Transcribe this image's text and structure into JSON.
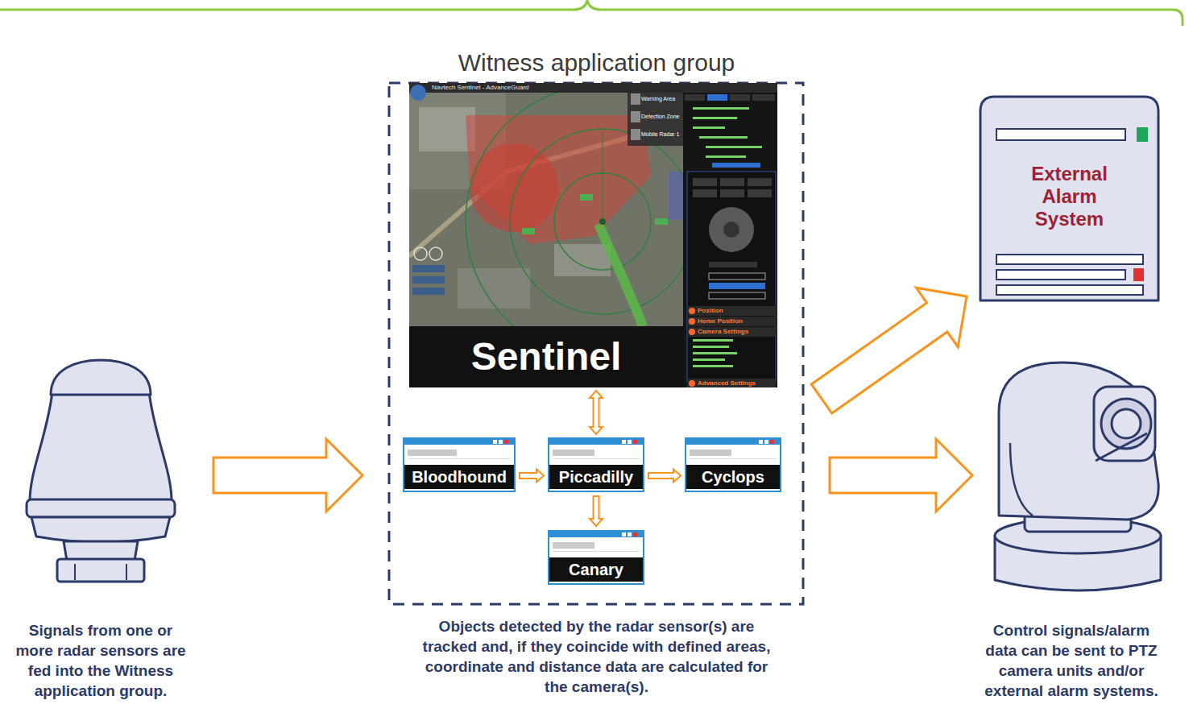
{
  "diagram": {
    "nodes": [
      {
        "text": [
          "Signals from one or more radar sensors are fed into the Witness application group."
        ]
      },
      {
        "text": [
          "Witness application group",
          "Objects detected by the radar sensor(s) are tracked and, if they coincide with defined areas, coordinate and distance data are calculated for the camera(s)."
        ]
      },
      {
        "text": [
          "Sentinel"
        ],
        "in": 1
      },
      {
        "text": [
          "Bloodhound"
        ],
        "in": 1
      },
      {
        "text": [
          "Piccadilly"
        ],
        "in": 1
      },
      {
        "text": [
          "Cyclops"
        ],
        "in": 1
      },
      {
        "text": [
          "Canary"
        ],
        "in": 1
      },
      {
        "text": [
          "External Alarm System"
        ]
      },
      {
        "text": [
          "Control signals/alarm data can be sent to PTZ camera units and/or external alarm systems."
        ]
      }
    ],
    "edges": [
      {
        "from": 0,
        "to": 1,
        "arrow": "to"
      },
      {
        "from": 1,
        "to": 7,
        "arrow": "to"
      },
      {
        "from": 1,
        "to": 8,
        "arrow": "to"
      },
      {
        "from": 3,
        "to": 4,
        "arrow": "to"
      },
      {
        "from": 2,
        "to": 4,
        "arrow": "both"
      },
      {
        "from": 4,
        "to": 5,
        "arrow": "to"
      },
      {
        "from": 4,
        "to": 6,
        "arrow": "to"
      }
    ],
    "labels": [
      "Navtech Sentinel - AdvanceGuard",
      "Warning Area",
      "Detection Zone",
      "Mobile Radar 1",
      "Position",
      "Home Position",
      "Camera Settings",
      "Advanced Settings"
    ]
  }
}
